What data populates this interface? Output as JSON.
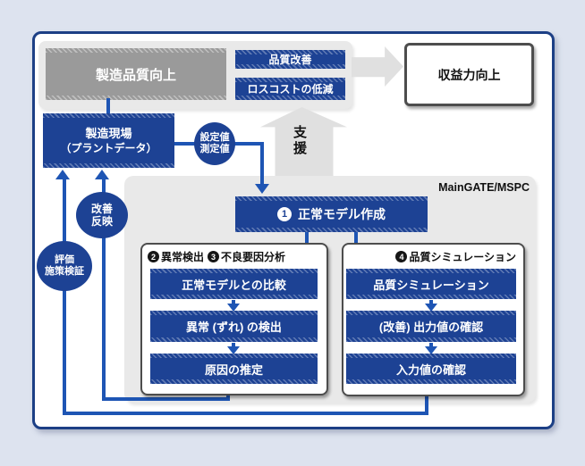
{
  "top": {
    "manufacturing_quality": "製造品質向上",
    "quality_improvement": "品質改善",
    "loss_cost": "ロスコストの低減",
    "profitability": "収益力向上",
    "support": "支援"
  },
  "flow": {
    "site_line1": "製造現場",
    "site_line2": "（プラントデータ）",
    "setpoint_line1": "設定値",
    "setpoint_line2": "測定値",
    "improve_line1": "改善",
    "improve_line2": "反映",
    "eval_line1": "評価",
    "eval_line2": "施策検証"
  },
  "mspc": {
    "label": "MainGATE/MSPC",
    "step1": {
      "num": "1",
      "label": "正常モデル作成"
    },
    "anomaly": {
      "num2": "2",
      "label2": "異常検出",
      "num3": "3",
      "label3": "不良要因分析",
      "steps": [
        "正常モデルとの比較",
        "異常 (ずれ) の検出",
        "原因の推定"
      ]
    },
    "sim": {
      "num": "4",
      "title": "品質シミュレーション",
      "steps": [
        "品質シミュレーション",
        "(改善) 出力値の確認",
        "入力値の確認"
      ]
    }
  },
  "colors": {
    "box_blue": "#1d4294",
    "line_blue": "#1e55b4",
    "outer_border_navy": "#1c3f85",
    "panel_gray": "#e9e9e9",
    "gray_box": "#9a9a9a",
    "page_background": "#dde3ef"
  }
}
